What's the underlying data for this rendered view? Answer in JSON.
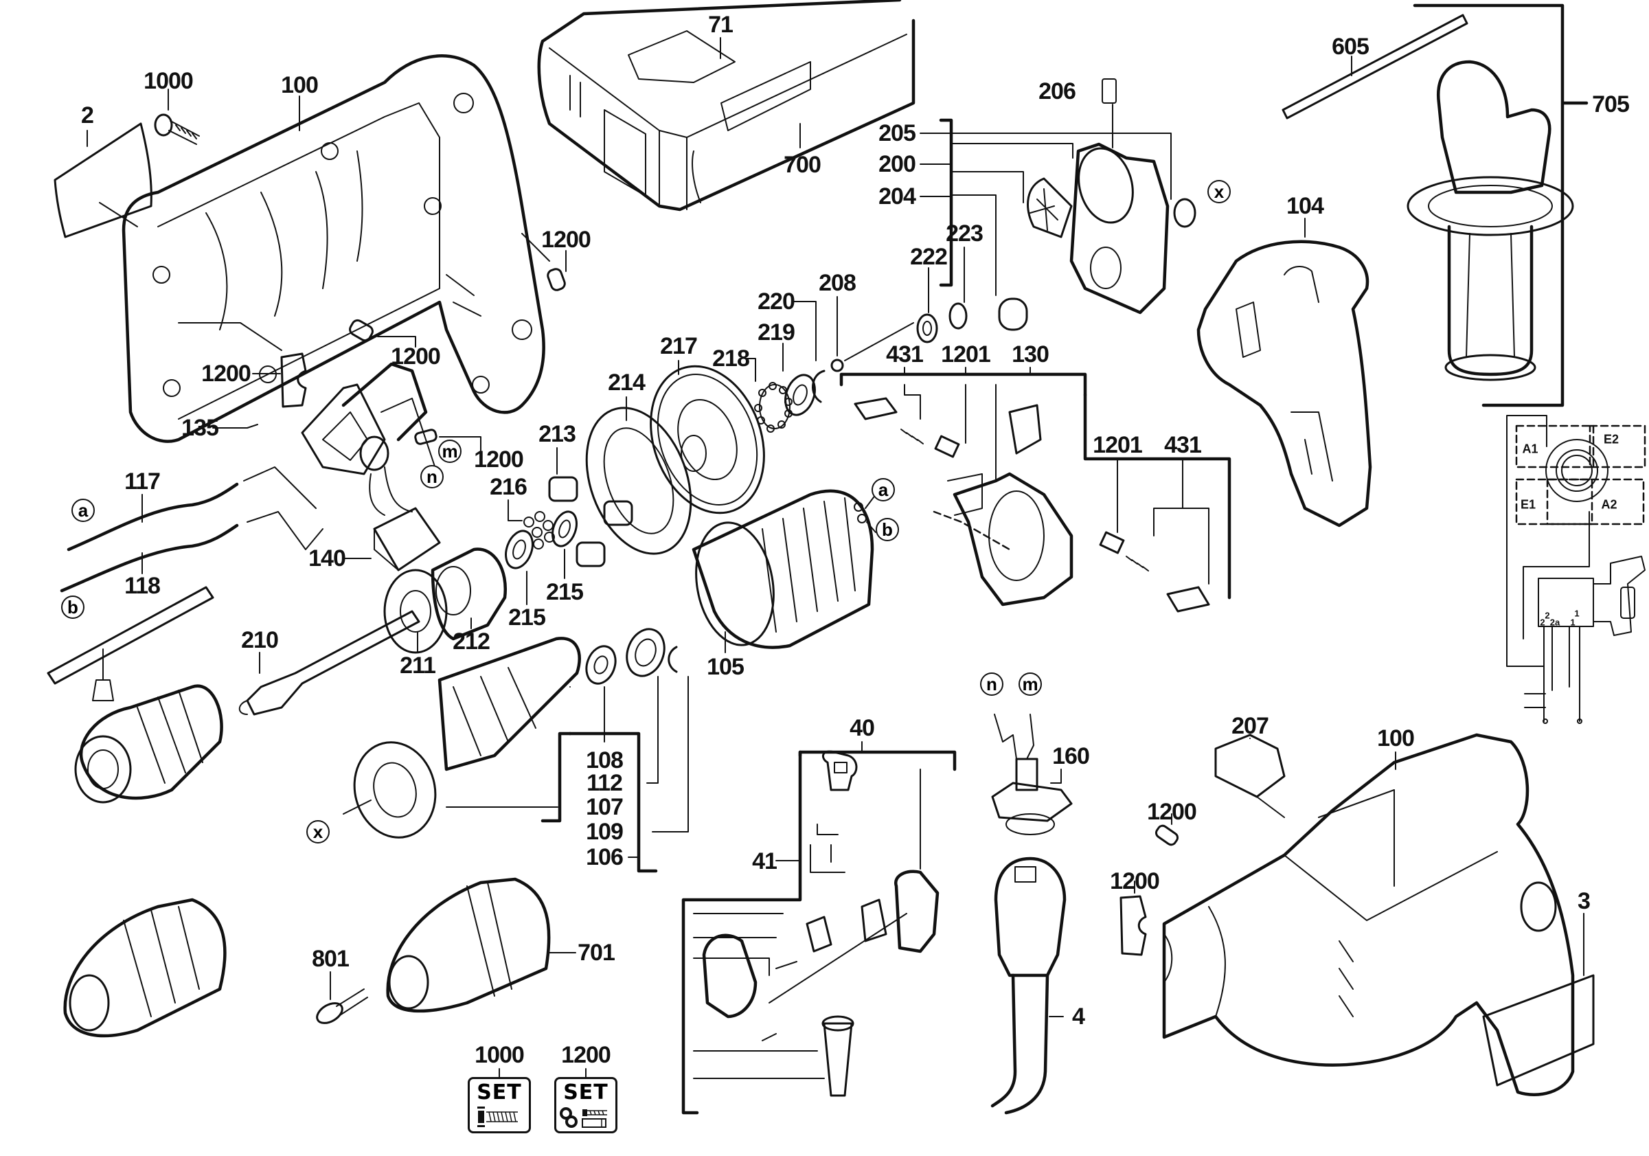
{
  "diagram": {
    "title": "Impact drill exploded parts view",
    "kind": "exploded-parts-diagram",
    "part_labels": [
      {
        "id": "2",
        "desc": "label plate"
      },
      {
        "id": "1000",
        "desc": "screw"
      },
      {
        "id": "100",
        "desc": "housing half (open)"
      },
      {
        "id": "71",
        "desc": "case insert"
      },
      {
        "id": "700",
        "desc": "carrying case"
      },
      {
        "id": "605",
        "desc": "depth rod"
      },
      {
        "id": "705",
        "desc": "side handle"
      },
      {
        "id": "206",
        "desc": "clip"
      },
      {
        "id": "205",
        "desc": "gear housing assembly"
      },
      {
        "id": "200",
        "desc": "gear housing"
      },
      {
        "id": "204",
        "desc": "bearing"
      },
      {
        "id": "223",
        "desc": "washer"
      },
      {
        "id": "222",
        "desc": "spring washer"
      },
      {
        "id": "104",
        "desc": "rear handle cover"
      },
      {
        "id": "1200",
        "desc": "pin (upper)"
      },
      {
        "id": "220",
        "desc": "retaining ring"
      },
      {
        "id": "208",
        "desc": "ball"
      },
      {
        "id": "219",
        "desc": "washer"
      },
      {
        "id": "217",
        "desc": "gear"
      },
      {
        "id": "218",
        "desc": "ball cage"
      },
      {
        "id": "431",
        "desc": "brush cap"
      },
      {
        "id": "1201",
        "desc": "carbon brush"
      },
      {
        "id": "130",
        "desc": "brush holder"
      },
      {
        "id": "214",
        "desc": "ring gear"
      },
      {
        "id": "1200",
        "desc": "pin"
      },
      {
        "id": "1200",
        "desc": "clip"
      },
      {
        "id": "135",
        "desc": "switch"
      },
      {
        "id": "1200",
        "desc": "screw"
      },
      {
        "id": "213",
        "desc": "pinion"
      },
      {
        "id": "117",
        "desc": "lead wire a"
      },
      {
        "id": "216",
        "desc": "balls"
      },
      {
        "id": "1201",
        "desc": "carbon brush"
      },
      {
        "id": "431",
        "desc": "brush cap"
      },
      {
        "id": "140",
        "desc": "capacitor"
      },
      {
        "id": "215",
        "desc": "washer"
      },
      {
        "id": "215",
        "desc": "washer"
      },
      {
        "id": "118",
        "desc": "lead wire b"
      },
      {
        "id": "210",
        "desc": "spindle"
      },
      {
        "id": "212",
        "desc": "bearing housing"
      },
      {
        "id": "211",
        "desc": "ball bearing"
      },
      {
        "id": "105",
        "desc": "field"
      },
      {
        "id": "108",
        "desc": "ball bearing"
      },
      {
        "id": "112",
        "desc": "bearing sleeve"
      },
      {
        "id": "107",
        "desc": "armature"
      },
      {
        "id": "109",
        "desc": "retaining ring"
      },
      {
        "id": "106",
        "desc": "armature assembly"
      },
      {
        "id": "40",
        "desc": "cord connector set"
      },
      {
        "id": "160",
        "desc": "socket"
      },
      {
        "id": "41",
        "desc": "terminals"
      },
      {
        "id": "207",
        "desc": "selector"
      },
      {
        "id": "100",
        "desc": "housing assembled"
      },
      {
        "id": "1200",
        "desc": "pin"
      },
      {
        "id": "1200",
        "desc": "clip"
      },
      {
        "id": "3",
        "desc": "nameplate"
      },
      {
        "id": "4",
        "desc": "power cord"
      },
      {
        "id": "801",
        "desc": "left-hand screw"
      },
      {
        "id": "701",
        "desc": "keyless chuck"
      }
    ],
    "connection_markers": [
      "a",
      "b",
      "a",
      "b",
      "m",
      "n",
      "n",
      "m",
      "x",
      "x",
      "x"
    ],
    "sets": [
      {
        "id": "1000",
        "label": "SET"
      },
      {
        "id": "1200",
        "label": "SET"
      }
    ],
    "wiring": {
      "zones": [
        "A1",
        "E2",
        "E1",
        "A2"
      ],
      "switch_terminals": [
        "2",
        "2",
        "2a",
        "1",
        "1"
      ]
    }
  }
}
